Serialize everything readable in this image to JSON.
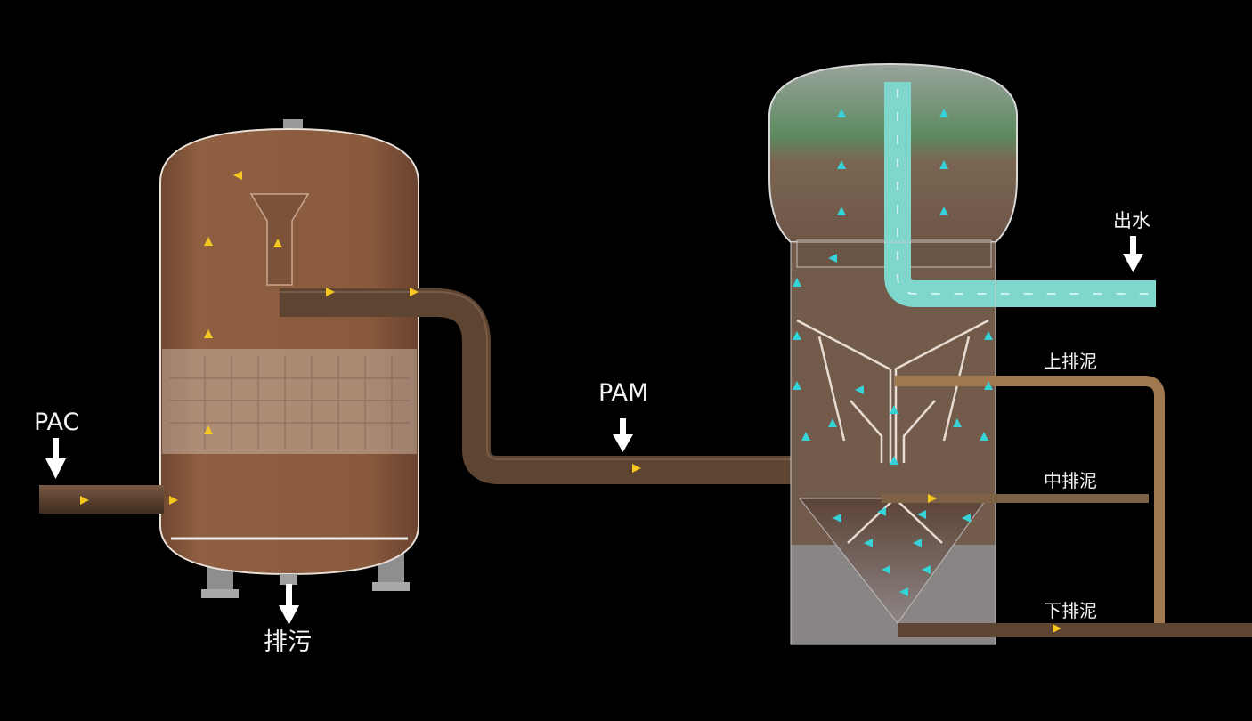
{
  "labels": {
    "pac": "PAC",
    "pam": "PAM",
    "drain": "排污",
    "outlet": "出水",
    "upper_sludge": "上排泥",
    "middle_sludge": "中排泥",
    "lower_sludge": "下排泥"
  },
  "colors": {
    "background": "#000000",
    "tank_fill": "#8a5a3c",
    "pipe_fill": "#5e4532",
    "clear_water": "#7fd6cc",
    "flow_arrow_yellow": "#f5c81f",
    "flow_arrow_cyan": "#35d2d8",
    "label_text": "#f2f2f2"
  },
  "icons": {
    "dosing_arrow": "down-arrow-icon",
    "flow_marker": "flow-arrow-icon"
  }
}
